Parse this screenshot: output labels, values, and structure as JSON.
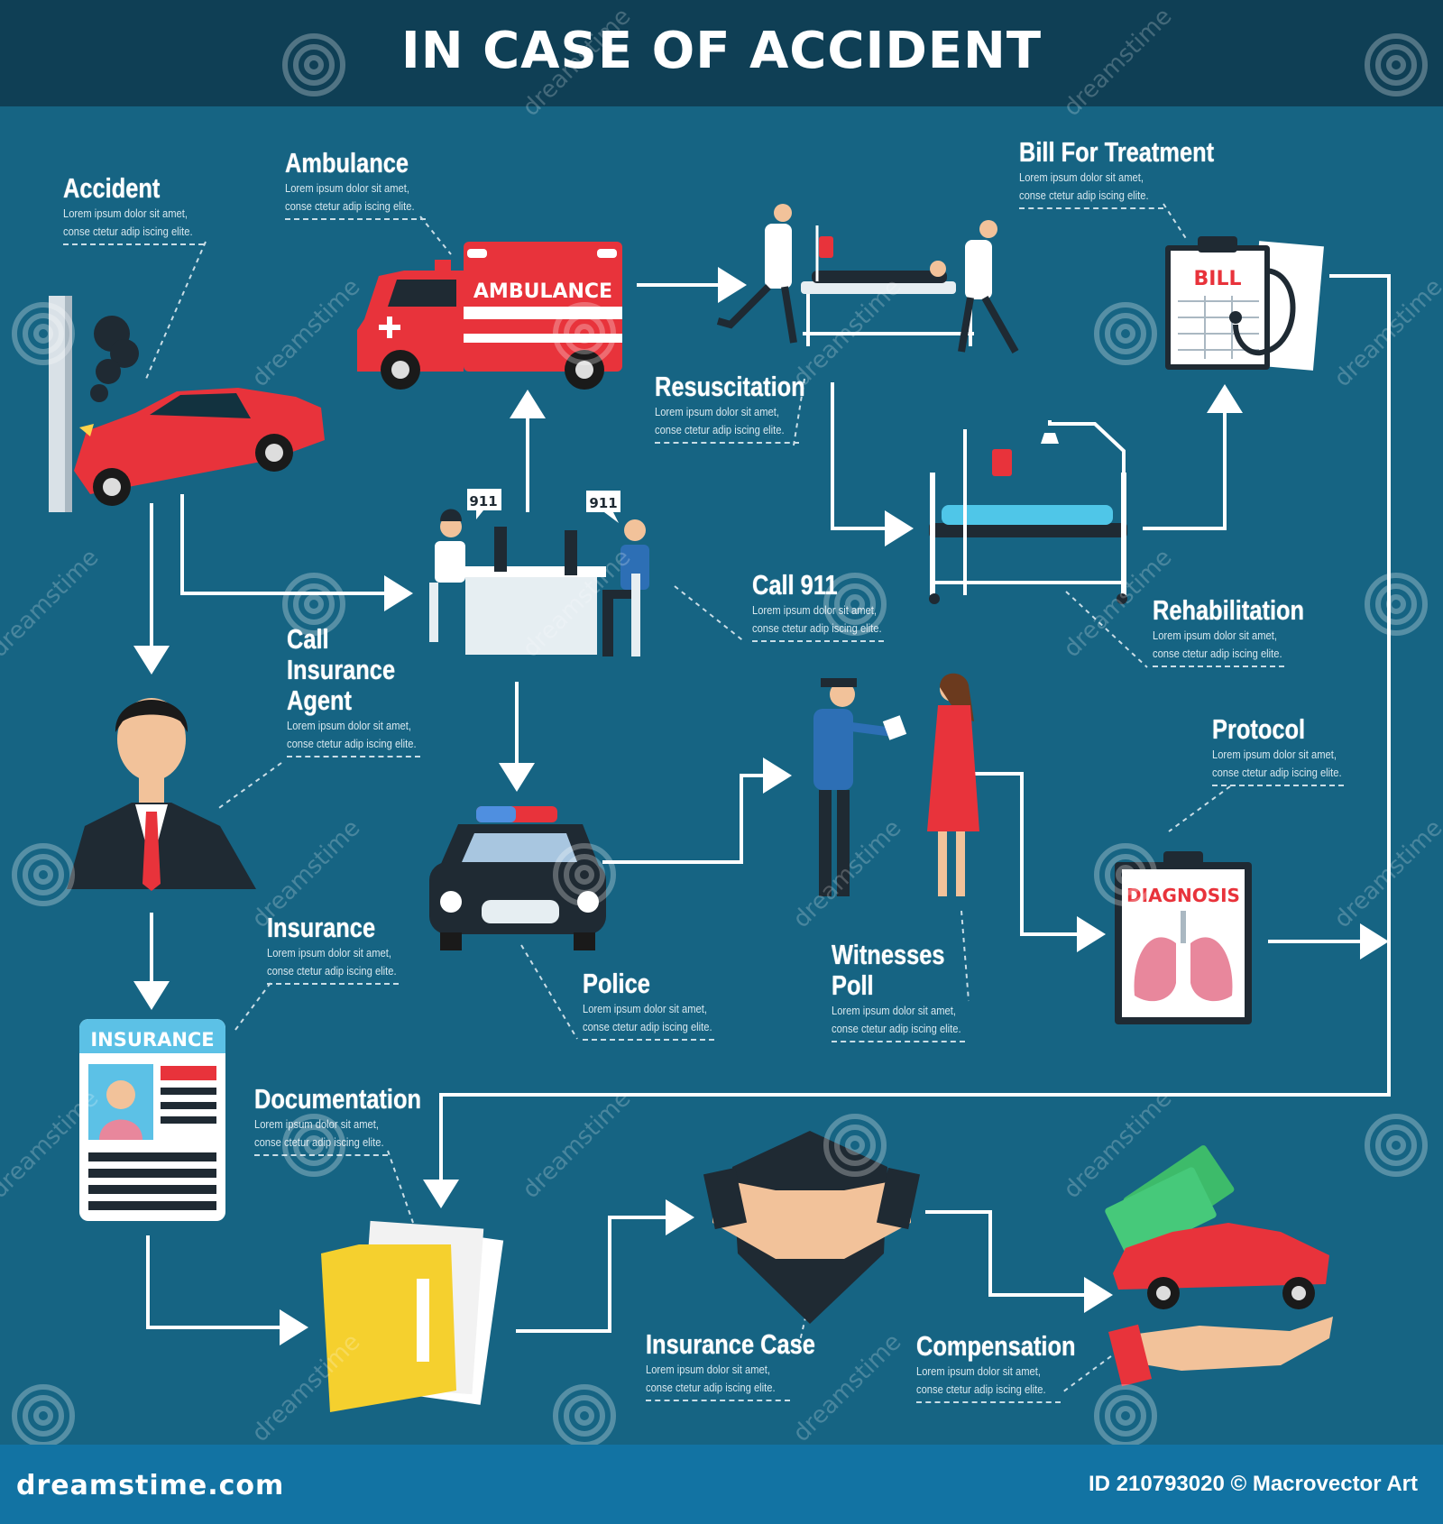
{
  "title": "IN CASE OF ACCIDENT",
  "footer": {
    "site": "dreamstime.com",
    "credit": "ID 210793020 © Macrovector Art"
  },
  "watermark_text": "dreamstime",
  "desc": "Lorem ipsum dolor sit amet,",
  "desc2": "conse ctetur adip iscing elite.",
  "steps": {
    "accident": "Accident",
    "ambulance": "Ambulance",
    "resuscitation": "Resuscitation",
    "bill": "Bill For Treatment",
    "call911": "Call 911",
    "rehabilitation": "Rehabilitation",
    "call_agent_1": "Call",
    "call_agent_2": "Insurance",
    "call_agent_3": "Agent",
    "protocol": "Protocol",
    "insurance": "Insurance",
    "police": "Police",
    "witnesses_1": "Witnesses",
    "witnesses_2": "Poll",
    "documentation": "Documentation",
    "insurance_case": "Insurance Case",
    "compensation": "Compensation"
  },
  "icons": {
    "ambulance_text": "AMBULANCE",
    "bill_text": "BILL",
    "diagnosis_text": "DIAGNOSIS",
    "insurance_card_text": "INSURANCE",
    "bubble_911": "911"
  },
  "colors": {
    "background": "#166483",
    "header": "#0f3f55",
    "footer": "#1273a3",
    "accent_red": "#e8333b",
    "arrow": "#ffffff"
  }
}
